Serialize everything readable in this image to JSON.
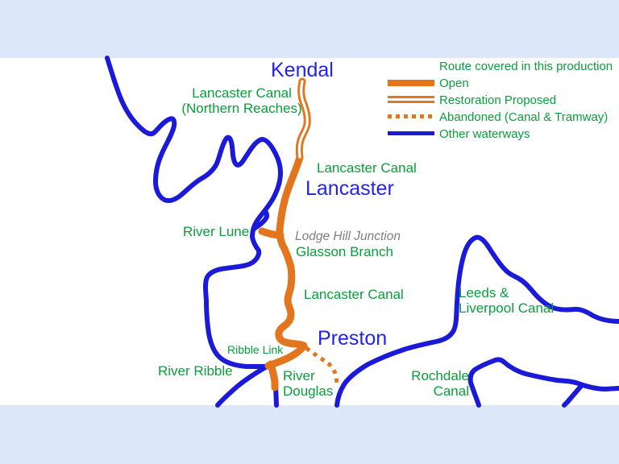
{
  "colors": {
    "canal_orange": "#e2751d",
    "waterway_blue": "#1a1ad8",
    "label_green": "#0a9e3a",
    "city_blue": "#2323ec",
    "junction_gray": "#7f7f7f",
    "band_blue": "#dce7fa",
    "map_white": "#ffffff"
  },
  "legend": {
    "title": "Route covered in this production",
    "items": [
      {
        "label": "Open",
        "swatch": "open-thick-orange-line"
      },
      {
        "label": "Restoration Proposed",
        "swatch": "double-orange-line"
      },
      {
        "label": "Abandoned (Canal & Tramway)",
        "swatch": "dotted-orange-line"
      },
      {
        "label": "Other waterways",
        "swatch": "solid-blue-line"
      }
    ]
  },
  "places": {
    "kendal": "Kendal",
    "lancaster": "Lancaster",
    "preston": "Preston"
  },
  "waterway_labels": {
    "lancaster_canal_north_line1": "Lancaster Canal",
    "lancaster_canal_north_line2": "(Northern Reaches)",
    "lancaster_canal_mid": "Lancaster Canal",
    "river_lune": "River Lune",
    "lodge_hill_junction": "Lodge Hill Junction",
    "glasson_branch": "Glasson Branch",
    "lancaster_canal_south": "Lancaster Canal",
    "ribble_link": "Ribble Link",
    "river_ribble": "River Ribble",
    "river_douglas_line1": "River",
    "river_douglas_line2": "Douglas",
    "leeds_liverpool_line1": "Leeds &",
    "leeds_liverpool_line2": "Liverpool Canal",
    "rochdale_line1": "Rochdale",
    "rochdale_line2": "Canal"
  }
}
